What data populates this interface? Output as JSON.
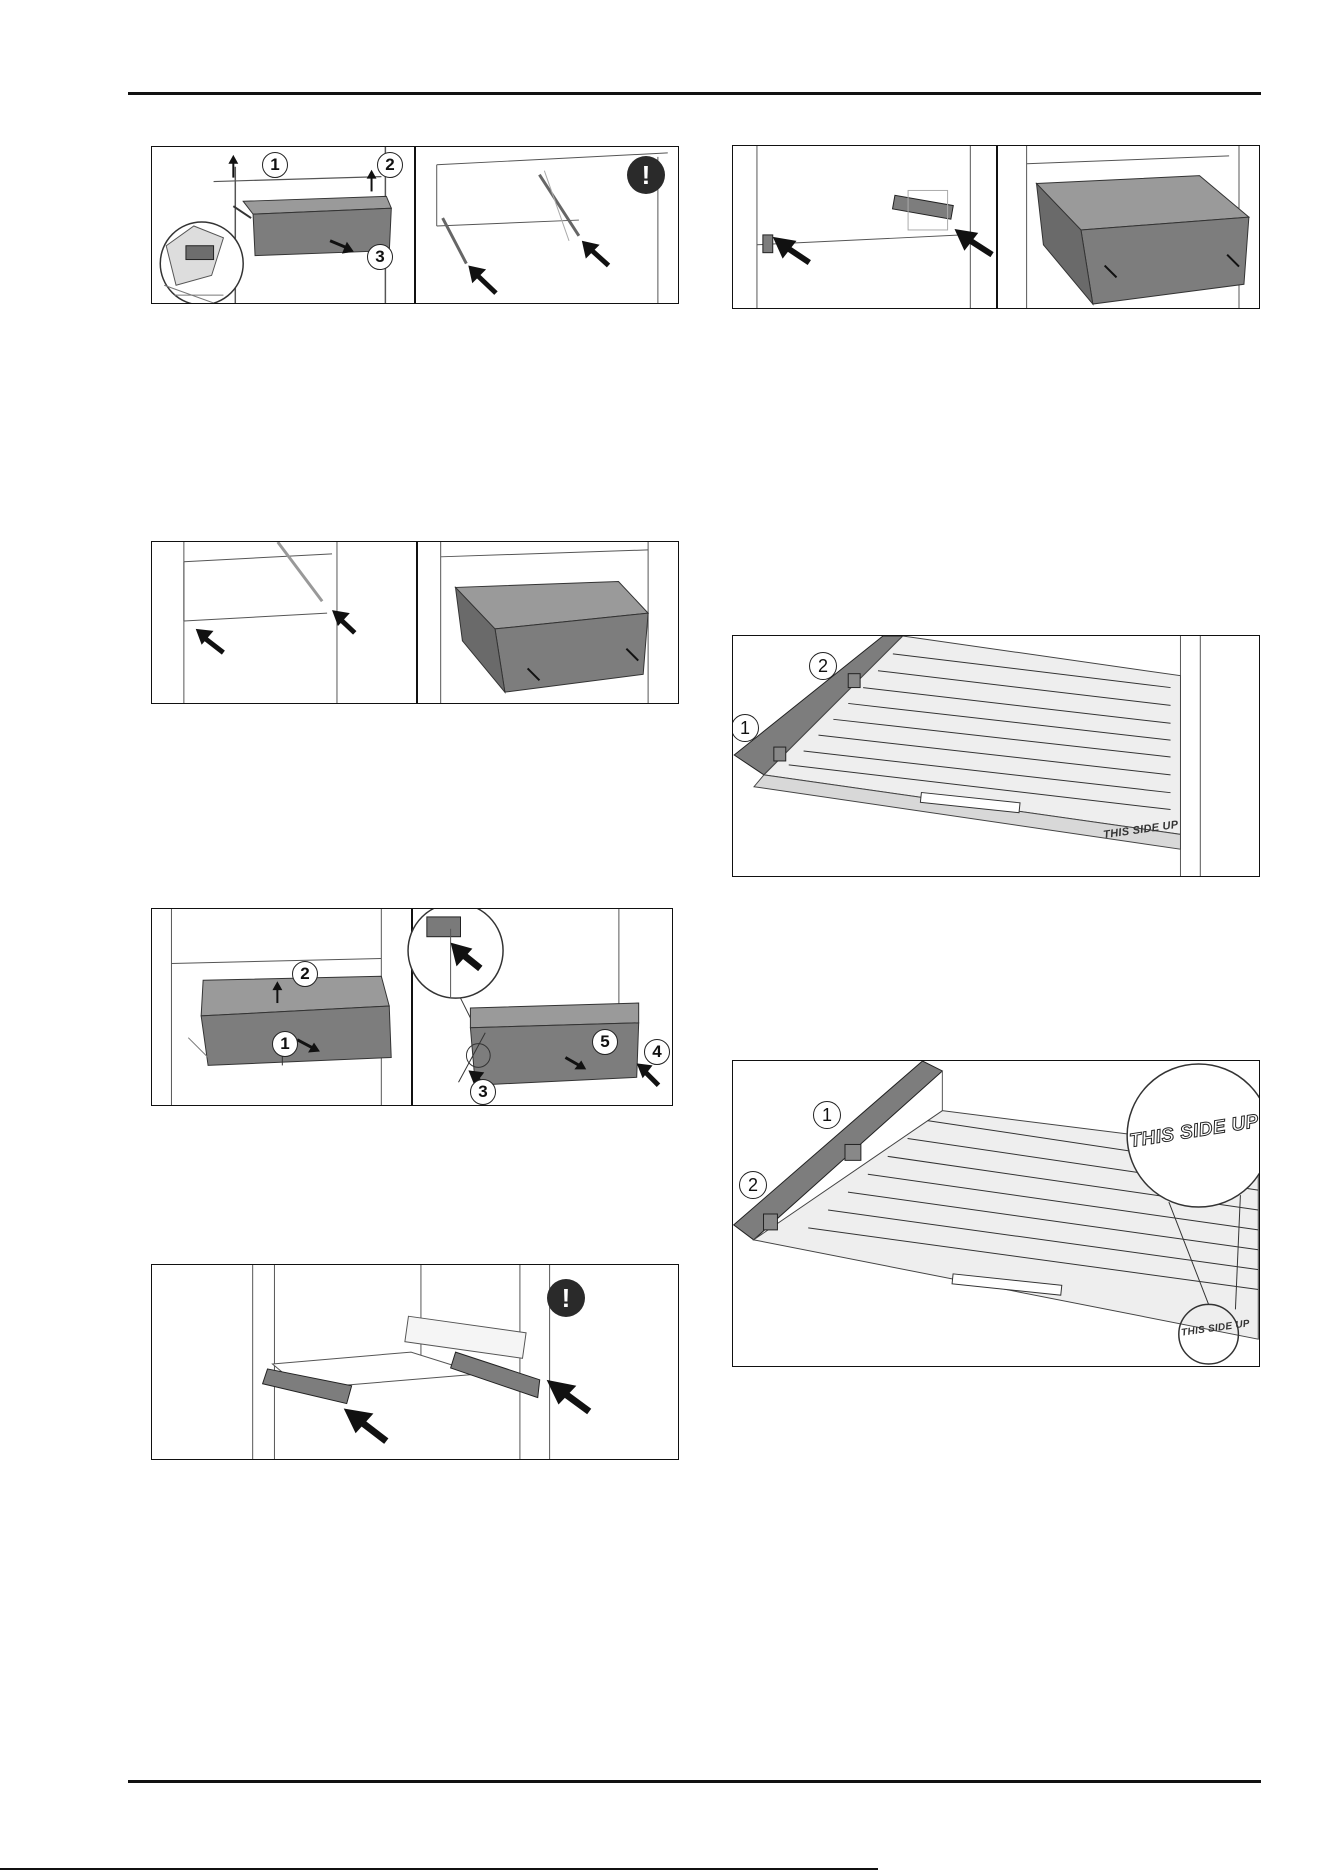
{
  "figures": {
    "fig1": {
      "callouts": [
        "1",
        "2",
        "3"
      ],
      "warning_icon": "exclamation-icon"
    },
    "fig2": {
      "callouts": []
    },
    "fig3": {
      "callouts": [
        "2",
        "1",
        "3",
        "5",
        "4"
      ]
    },
    "fig4": {
      "callouts": [],
      "warning_icon": "exclamation-icon"
    },
    "fig5": {
      "callouts": []
    },
    "fig6": {
      "callouts": [
        "2",
        "1"
      ],
      "label": "THIS SIDE UP"
    },
    "fig7": {
      "callouts": [
        "1",
        "2"
      ],
      "label": "THIS SIDE UP",
      "magnified_label": "THIS SIDE UP"
    }
  },
  "colors": {
    "rule": "#111111",
    "drawer_fill": "#7d7d7d",
    "line": "#333333"
  }
}
